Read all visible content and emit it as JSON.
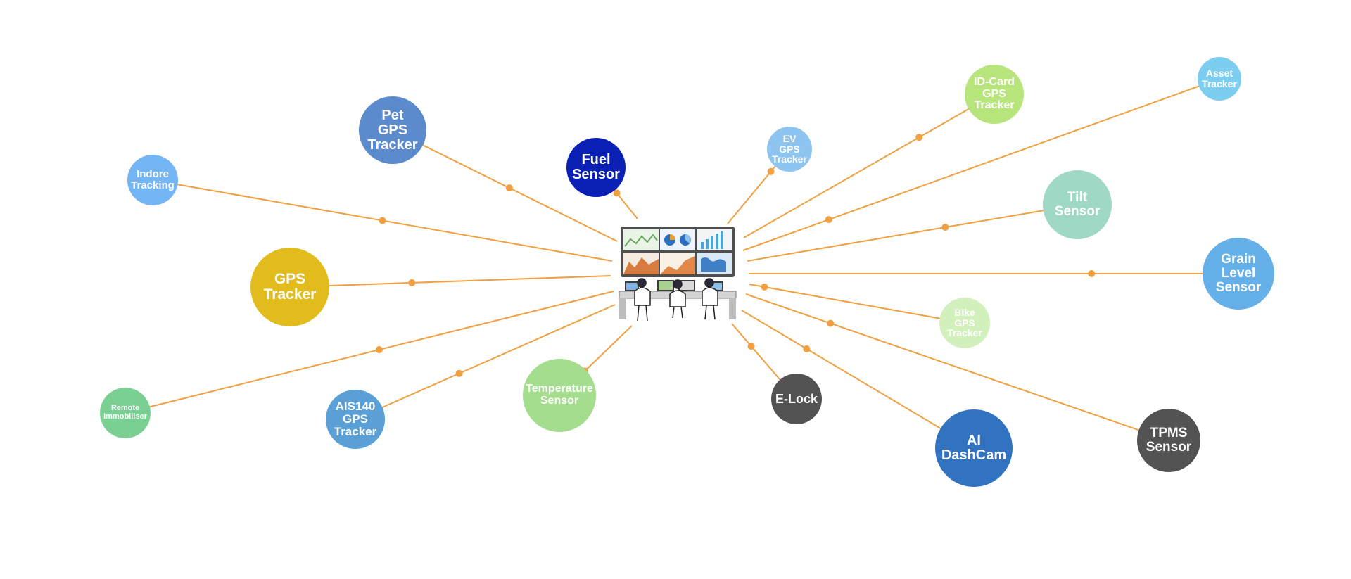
{
  "colors": {
    "connector": "#f0a040",
    "screen_frame": "#555555",
    "desk": "#9a9a9a"
  },
  "hub": {
    "icon": "control-room-monitoring-icon"
  },
  "nodes": [
    {
      "id": "pet-gps-tracker",
      "label": "Pet\nGPS\nTracker",
      "color": "#5b8bcc"
    },
    {
      "id": "indore-tracking",
      "label": "Indore\nTracking",
      "color": "#74b6f4"
    },
    {
      "id": "gps-tracker",
      "label": "GPS\nTracker",
      "color": "#e2bc1c"
    },
    {
      "id": "remote-immobiliser",
      "label": "Remote\nImmobiliser",
      "color": "#7acf93"
    },
    {
      "id": "ais140-gps-tracker",
      "label": "AIS140\nGPS\nTracker",
      "color": "#5aa0d6"
    },
    {
      "id": "temperature-sensor",
      "label": "Temperature\nSensor",
      "color": "#a3dd8d"
    },
    {
      "id": "fuel-sensor",
      "label": "Fuel\nSensor",
      "color": "#0a1fb4"
    },
    {
      "id": "ev-gps-tracker",
      "label": "EV GPS\nTracker",
      "color": "#8ec4f0"
    },
    {
      "id": "id-card-gps-tracker",
      "label": "ID-Card\nGPS\nTracker",
      "color": "#b8e47c"
    },
    {
      "id": "asset-tracker",
      "label": "Asset\nTracker",
      "color": "#7ccdf0"
    },
    {
      "id": "tilt-sensor",
      "label": "Tilt\nSensor",
      "color": "#9fd8c4"
    },
    {
      "id": "grain-level-sensor",
      "label": "Grain\nLevel\nSensor",
      "color": "#66b0ea"
    },
    {
      "id": "bike-gps-tracker",
      "label": "Bike\nGPS\nTracker",
      "color": "#d2f0bc"
    },
    {
      "id": "tpms-sensor",
      "label": "TPMS\nSensor",
      "color": "#535353"
    },
    {
      "id": "ai-dashcam",
      "label": "AI\nDashCam",
      "color": "#3273c1"
    },
    {
      "id": "e-lock",
      "label": "E-Lock",
      "color": "#535353"
    }
  ]
}
